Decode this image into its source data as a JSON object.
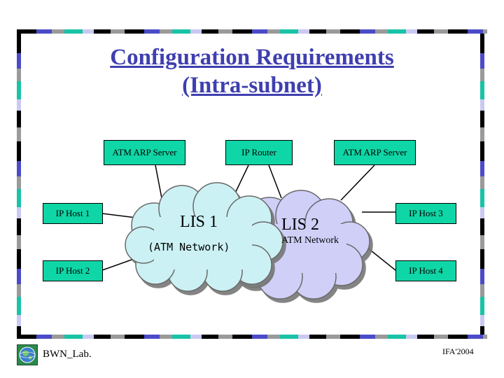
{
  "title": {
    "line1": "Configuration Requirements",
    "line2": "(Intra-subnet)"
  },
  "diagram": {
    "nodes": {
      "arp_server_left": "ATM ARP Server",
      "ip_router": "IP Router",
      "arp_server_right": "ATM ARP Server",
      "ip_host_1": "IP Host 1",
      "ip_host_2": "IP Host 2",
      "ip_host_3": "IP Host 3",
      "ip_host_4": "IP Host 4"
    },
    "clouds": {
      "lis1_title": "LIS 1",
      "lis1_subtitle": "(ATM Network)",
      "lis2_title": "LIS 2",
      "lis2_subtitle": "ATM Network"
    }
  },
  "footer": {
    "lab": "BWN_Lab.",
    "event": "IFA'2004"
  },
  "colors": {
    "title": "#3f3fb0",
    "box_fill": "#0fd6a6",
    "lis1_fill": "#ccf1f4",
    "lis2_fill": "#cfcff8",
    "border_black": "#000000",
    "border_blue": "#4b4bc8",
    "border_teal": "#18c3a6",
    "border_gray": "#9a9a9a",
    "border_lavender": "#c9c9f2"
  },
  "icons": {
    "logo": "globe-logo-icon"
  }
}
